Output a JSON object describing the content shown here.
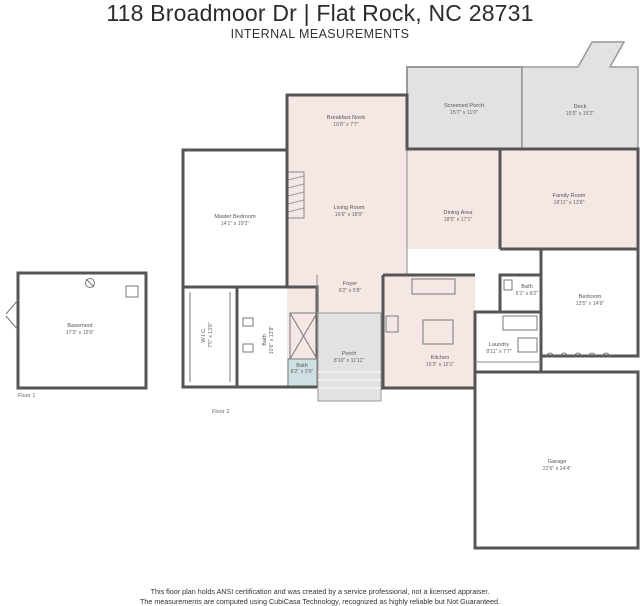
{
  "header": {
    "title": "118 Broadmoor Dr | Flat Rock, NC 28731",
    "subtitle": "INTERNAL MEASUREMENTS"
  },
  "floors": {
    "floor1": "Floor 1",
    "floor2": "Floor 2"
  },
  "rooms": {
    "basement": {
      "name": "Basement",
      "dims": "17'3\" x 15'6\""
    },
    "screened_porch": {
      "name": "Screened Porch",
      "dims": "15'7\" x 11'0\""
    },
    "deck": {
      "name": "Deck",
      "dims": "15'9\" x 15'2\""
    },
    "breakfast_nook": {
      "name": "Breakfast Nook",
      "dims": "16'8\" x 7'7\""
    },
    "master_bedroom": {
      "name": "Master Bedroom",
      "dims": "14'1\" x 19'2\""
    },
    "living_room": {
      "name": "Living Room",
      "dims": "16'6\" x 18'0\""
    },
    "dining_area": {
      "name": "Dining Area",
      "dims": "18'5\" x 17'1\""
    },
    "family_room": {
      "name": "Family Room",
      "dims": "18'11\" x 13'8\""
    },
    "foyer": {
      "name": "Foyer",
      "dims": "9'2\" x 5'8\""
    },
    "bath_small": {
      "name": "Bath",
      "dims": "5'1\" x 8'2\""
    },
    "bedroom": {
      "name": "Bedroom",
      "dims": "13'5\" x 14'9\""
    },
    "wic": {
      "name": "W.I.C.",
      "dims": "7'5\" x 13'8\""
    },
    "bath_master": {
      "name": "Bath",
      "dims": "10'6\" x 13'8\""
    },
    "porch": {
      "name": "Porch",
      "dims": "8'10\" x 11'11\""
    },
    "bath_half": {
      "name": "Bath",
      "dims": "8'2\" x 3'9\""
    },
    "kitchen": {
      "name": "Kitchen",
      "dims": "15'3\" x 16'1\""
    },
    "laundry": {
      "name": "Laundry",
      "dims": "8'11\" x 7'7\""
    },
    "garage": {
      "name": "Garage",
      "dims": "22'6\" x 24'4\""
    }
  },
  "footer": {
    "line1": "This floor plan holds ANSI certification and was created by a service professional, not a licensed appraiser.",
    "line2": "The measurements are computed using CubiCasa Technology, recognized as highly reliable but Not Guaranteed."
  },
  "colors": {
    "room_fill": "#f5e8e4",
    "bedroom_fill": "#e0b89a",
    "bath_fill": "#cfe0e3",
    "outdoor_fill": "#e2e2e2",
    "wall": "#555555"
  }
}
